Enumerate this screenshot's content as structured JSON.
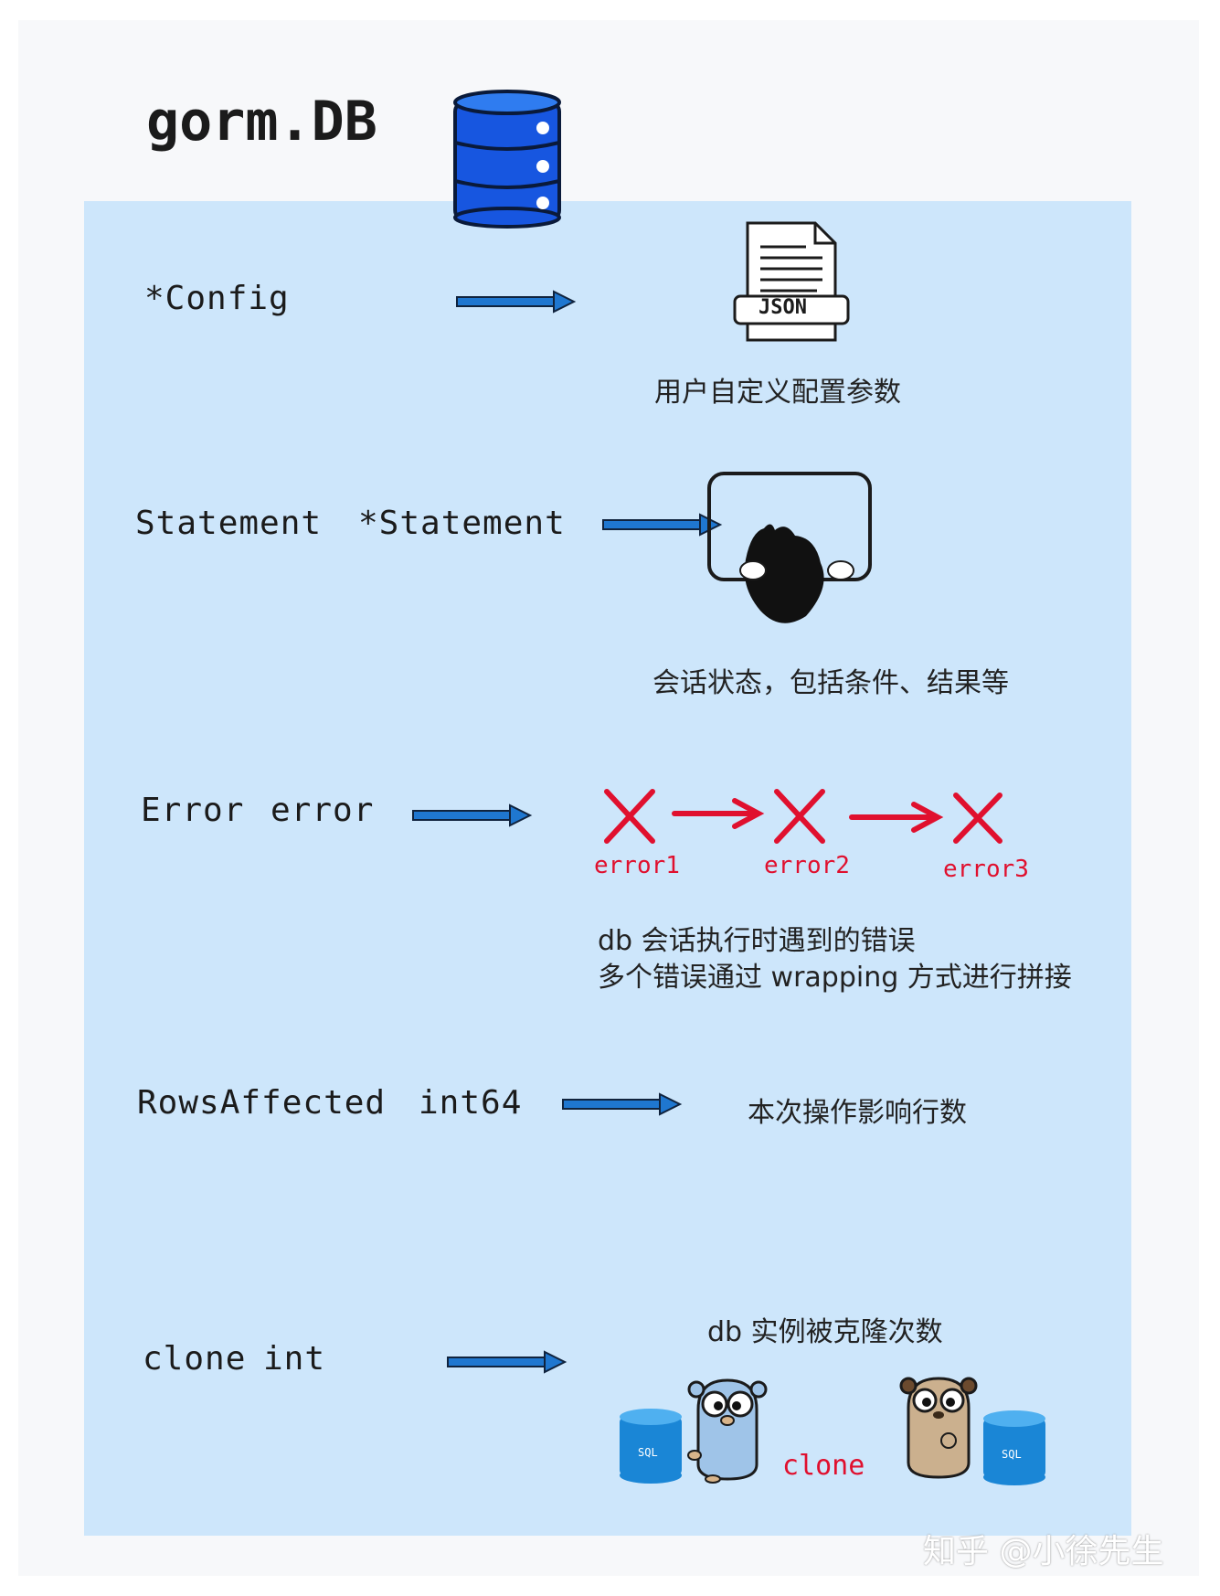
{
  "title": "gorm.DB",
  "rows": [
    {
      "field": "*Config",
      "type": "",
      "description": "用户自定义配置参数",
      "icon_label": "JSON"
    },
    {
      "field": "Statement",
      "type": "*Statement",
      "description": "会话状态，包括条件、结果等"
    },
    {
      "field": "Error",
      "type": "error",
      "errors": [
        "error1",
        "error2",
        "error3"
      ],
      "description_line1": "db 会话执行时遇到的错误",
      "description_line2": "多个错误通过 wrapping 方式进行拼接"
    },
    {
      "field": "RowsAffected",
      "type": "int64",
      "description": "本次操作影响行数"
    },
    {
      "field": "clone",
      "type": "int",
      "description": "db 实例被克隆次数",
      "db_label": "SQL",
      "clone_label": "clone"
    }
  ],
  "watermark": "知乎 @小徐先生",
  "colors": {
    "panel": "#cde6fb",
    "arrow": "#1f77d0",
    "error": "#e0102e",
    "db": "#1756e0"
  }
}
